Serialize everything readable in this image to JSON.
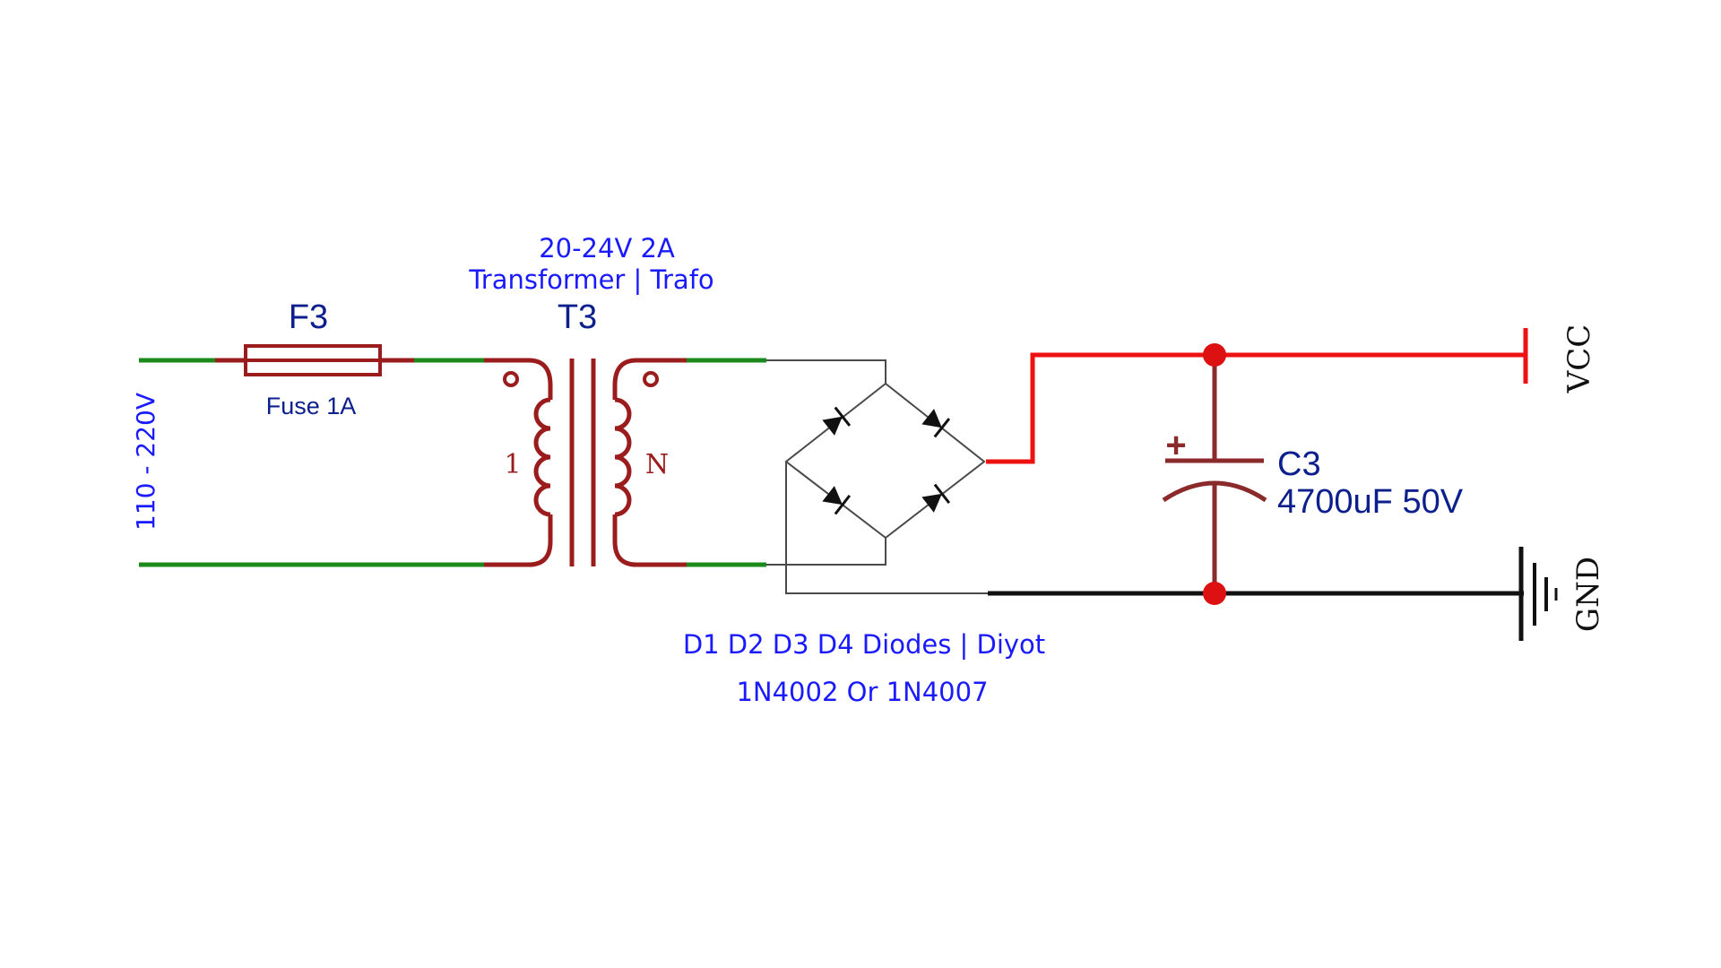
{
  "colors": {
    "label_blue": "#1a1aff",
    "label_navy": "#0d1f8c",
    "wire_green": "#1a8a1a",
    "component_maroon": "#9b1c1c",
    "wire_red": "#ee1111",
    "wire_black": "#111111",
    "node_red": "#dd1111"
  },
  "input": {
    "voltage_label": "110 - 220V"
  },
  "fuse": {
    "designator": "F3",
    "value": "Fuse 1A"
  },
  "transformer": {
    "rating": "20-24V 2A",
    "description": "Transformer | Trafo",
    "designator": "T3",
    "primary_label": "1",
    "secondary_label": "N"
  },
  "bridge": {
    "description": "D1 D2 D3 D4 Diodes | Diyot",
    "part_numbers": "1N4002 Or 1N4007"
  },
  "capacitor": {
    "designator": "C3",
    "value": "4700uF 50V",
    "polarity": "+"
  },
  "power": {
    "vcc_label": "VCC",
    "gnd_label": "GND"
  }
}
